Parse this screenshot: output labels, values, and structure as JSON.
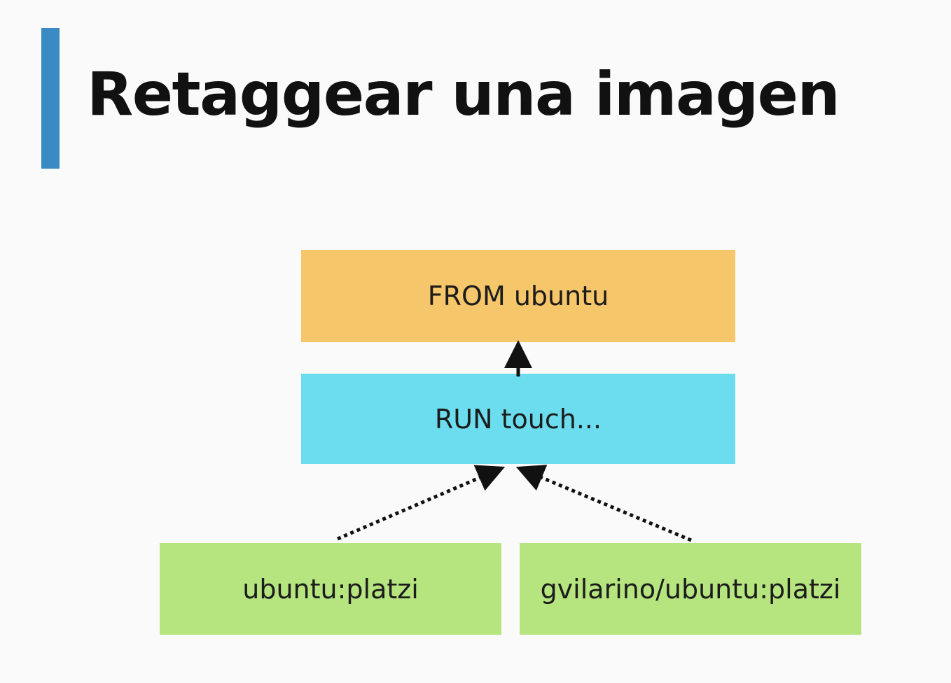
{
  "slide": {
    "title": "Retaggear una imagen"
  },
  "diagram": {
    "layers": {
      "base_label": "FROM ubuntu",
      "run_label": "RUN touch..."
    },
    "tags": [
      {
        "label": "ubuntu:platzi"
      },
      {
        "label": "gvilarino/ubuntu:platzi"
      }
    ]
  },
  "colors": {
    "accent": "#3a8ac4",
    "title_text": "#111111",
    "base_layer": "#f6c66a",
    "run_layer": "#6cdcef",
    "tag_box": "#b6e57f",
    "box_text": "#1c1c1c",
    "arrow": "#111111"
  }
}
